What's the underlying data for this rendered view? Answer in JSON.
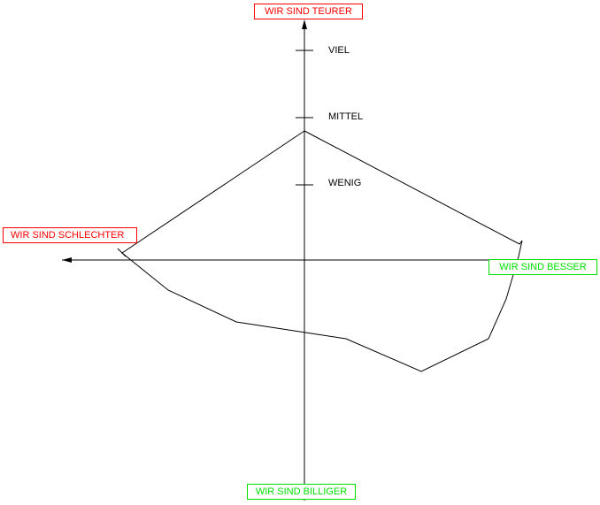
{
  "axes": {
    "top": "WIR SIND TEURER",
    "bottom": "WIR SIND BILLIGER",
    "left": "WIR SIND SCHLECHTER",
    "right": "WIR SIND BESSER"
  },
  "scale": [
    "VIEL",
    "MITTEL",
    "WENIG"
  ],
  "colors": {
    "negative": "#ff0000",
    "positive": "#00e000",
    "lines": "#000000"
  }
}
